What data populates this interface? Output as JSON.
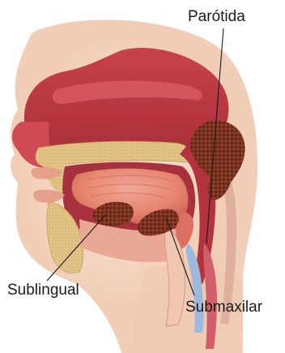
{
  "labels": {
    "parotida": "Parótida",
    "sublingual": "Sublingual",
    "submaxilar": "Submaxilar"
  },
  "colors": {
    "skin_light": "#f6dccb",
    "skin": "#eab79a",
    "tissue_red": "#c9424a",
    "tissue_dark": "#8f1f2a",
    "tongue": "#e58a77",
    "bone": "#e9cf8c",
    "gland": "#7a3220",
    "gland_dots": "#3b140c",
    "airway_blue": "#9fb9dc",
    "label_text": "#1a1a1a"
  }
}
